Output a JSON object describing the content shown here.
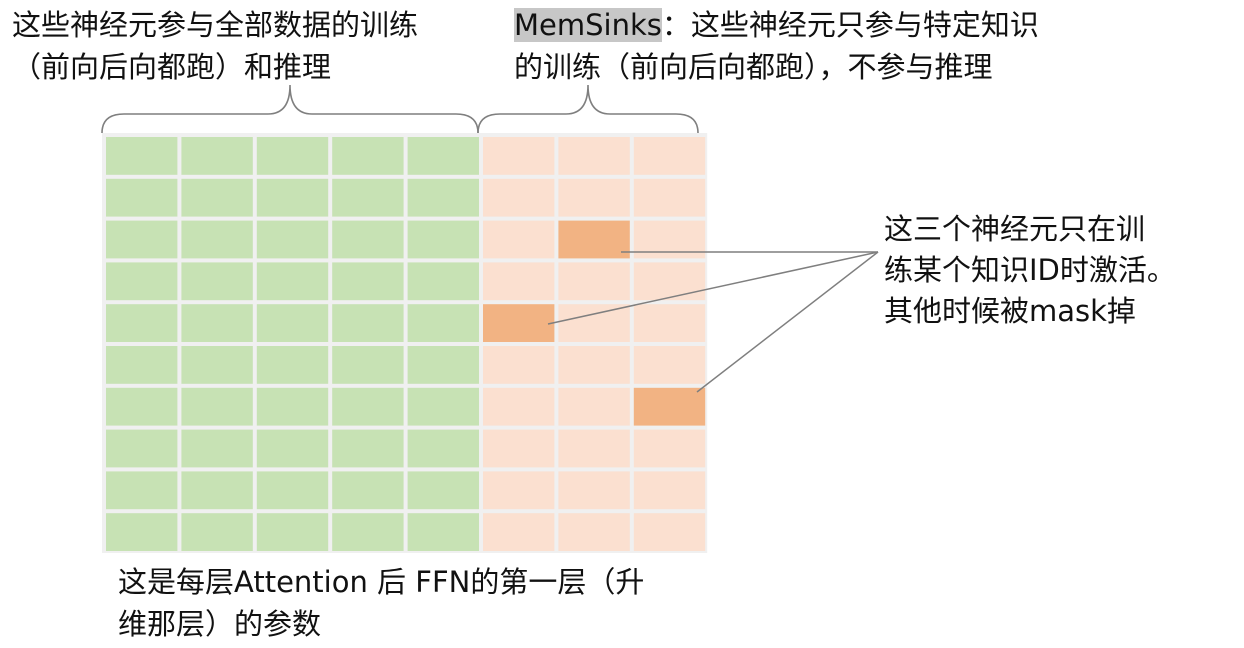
{
  "labels": {
    "left_line1": "这些神经元参与全部数据的训练",
    "left_line2": "（前向后向都跑）和推理",
    "right_highlight": "MemSinks",
    "right_line1_rest": "：这些神经元只参与特定知识",
    "right_line2": "的训练（前向后向都跑），不参与推理",
    "callout_line1": "这三个神经元只在训",
    "callout_line2": "练某个知识ID时激活。",
    "callout_line3": "其他时候被mask掉",
    "bottom_line1": "这是每层Attention 后 FFN的第一层（升",
    "bottom_line2": "维那层）的参数"
  },
  "grid": {
    "rows": 10,
    "green_columns": 5,
    "orange_columns": 3,
    "active_cells": [
      {
        "row": 2,
        "col": 6
      },
      {
        "row": 4,
        "col": 5
      },
      {
        "row": 6,
        "col": 7
      }
    ]
  },
  "colors": {
    "green_cell": "#c7e2b4",
    "orange_cell": "#fbe0d0",
    "active_cell": "#f2b383",
    "grid_line": "#f0f0f0",
    "brace": "#7f7f7f",
    "callout_line": "#7f7f7f",
    "highlight": "#c7c7c7"
  }
}
